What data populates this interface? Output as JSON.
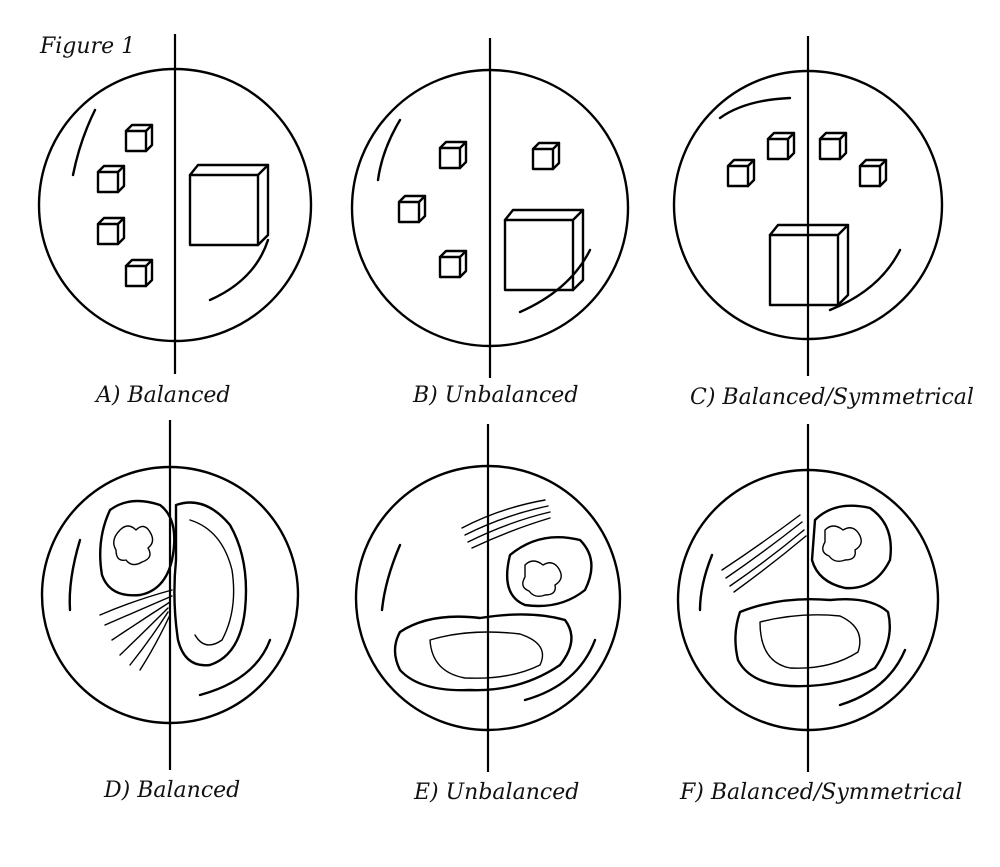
{
  "figure": {
    "title": "Figure 1",
    "panels": [
      {
        "id": "A",
        "caption": "A) Balanced",
        "kind": "cubes"
      },
      {
        "id": "B",
        "caption": "B) Unbalanced",
        "kind": "cubes"
      },
      {
        "id": "C",
        "caption": "C) Balanced/Symmetrical",
        "kind": "cubes"
      },
      {
        "id": "D",
        "caption": "D) Balanced",
        "kind": "food"
      },
      {
        "id": "E",
        "caption": "E) Unbalanced",
        "kind": "food"
      },
      {
        "id": "F",
        "caption": "F) Balanced/Symmetrical",
        "kind": "food"
      }
    ]
  }
}
